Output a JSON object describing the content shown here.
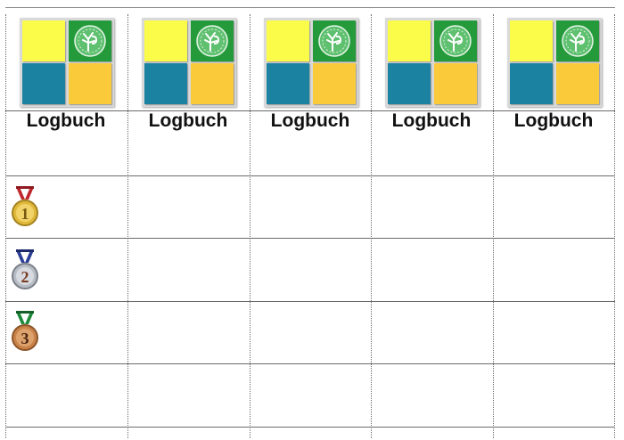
{
  "columns": [
    {
      "label": "Logbuch"
    },
    {
      "label": "Logbuch"
    },
    {
      "label": "Logbuch"
    },
    {
      "label": "Logbuch"
    },
    {
      "label": "Logbuch"
    }
  ],
  "medals": [
    {
      "number": "1",
      "icon": "gold-medal-icon",
      "ribbon": "#c0272d",
      "disc": "#e0b93a"
    },
    {
      "number": "2",
      "icon": "silver-medal-icon",
      "ribbon": "#2c3f96",
      "disc": "#b8bcc4"
    },
    {
      "number": "3",
      "icon": "bronze-medal-icon",
      "ribbon": "#1f8a3b",
      "disc": "#c9834a"
    }
  ],
  "logo": {
    "icon": "tree-emblem-icon",
    "colors": {
      "yellow": "#fbfb4a",
      "green": "#249a3b",
      "blue": "#1b82a2",
      "orange": "#fbca3a"
    }
  }
}
